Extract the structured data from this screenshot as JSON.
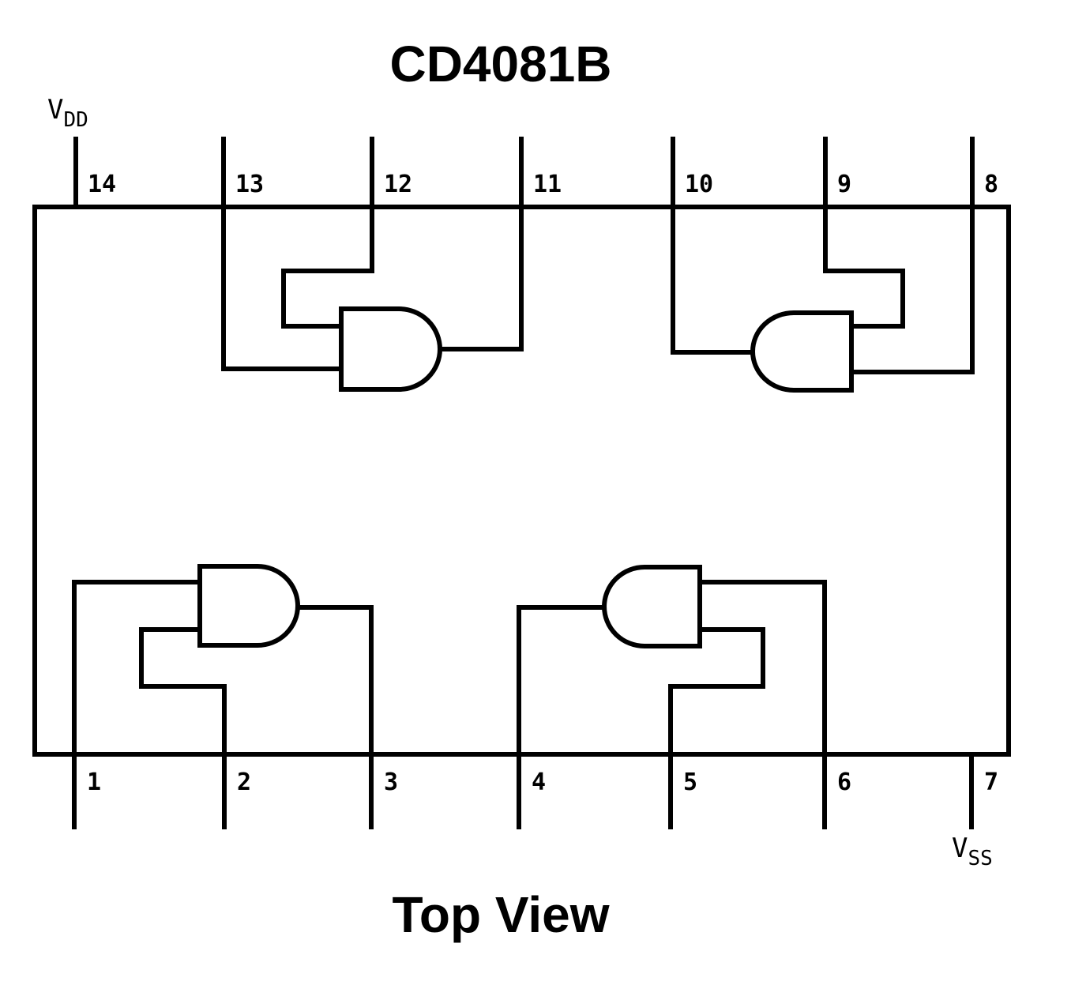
{
  "title": "CD4081B",
  "caption": "Top View",
  "supply": {
    "vdd": {
      "letter": "V",
      "sub": "DD"
    },
    "vss": {
      "letter": "V",
      "sub": "SS"
    }
  },
  "pins": {
    "top": [
      "14",
      "13",
      "12",
      "11",
      "10",
      "9",
      "8"
    ],
    "bottom": [
      "1",
      "2",
      "3",
      "4",
      "5",
      "6",
      "7"
    ]
  }
}
